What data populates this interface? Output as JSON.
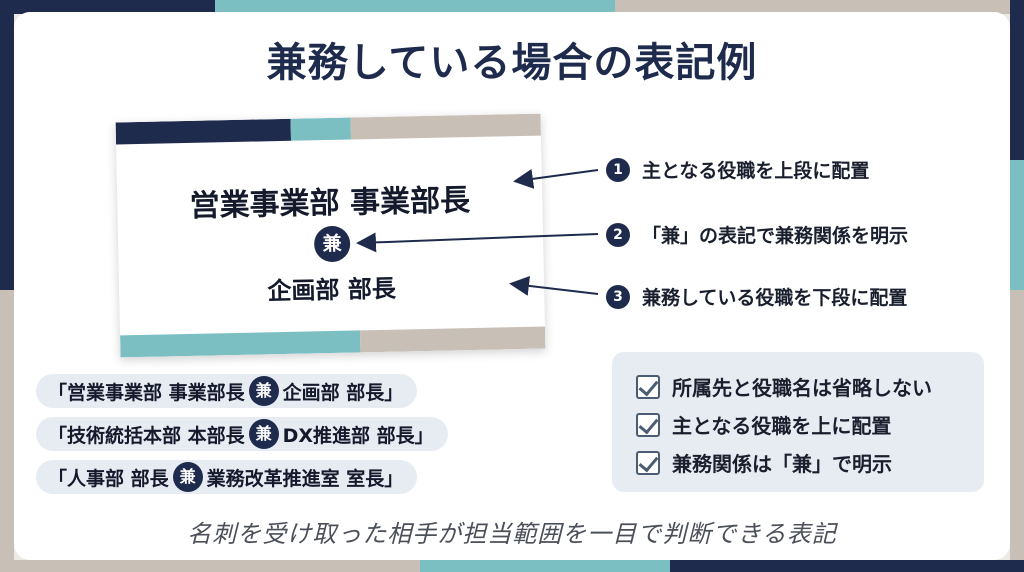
{
  "title": "兼務している場合の表記例",
  "card": {
    "main_title": "営業事業部 事業部長",
    "ken": "兼",
    "sub_title": "企画部 部長"
  },
  "notes": [
    {
      "num": "1",
      "text": "主となる役職を上段に配置"
    },
    {
      "num": "2",
      "text": "「兼」の表記で兼務関係を明示"
    },
    {
      "num": "3",
      "text": "兼務している役職を下段に配置"
    }
  ],
  "examples": [
    {
      "before": "「営業事業部 事業部長",
      "ken": "兼",
      "after": "企画部 部長」"
    },
    {
      "before": "「技術統括本部 本部長",
      "ken": "兼",
      "after": "DX推進部 部長」"
    },
    {
      "before": "「人事部 部長",
      "ken": "兼",
      "after": "業務改革推進室 室長」"
    }
  ],
  "checklist": [
    "所属先と役職名は省略しない",
    "主となる役職を上に配置",
    "兼務関係は「兼」で明示"
  ],
  "footer": "名刺を受け取った相手が担当範囲を一目で判断できる表記",
  "colors": {
    "navy": "#1f2b4d",
    "teal": "#7bbfc3",
    "greige": "#c8bfb7",
    "light_blue": "#e6ecf2"
  }
}
